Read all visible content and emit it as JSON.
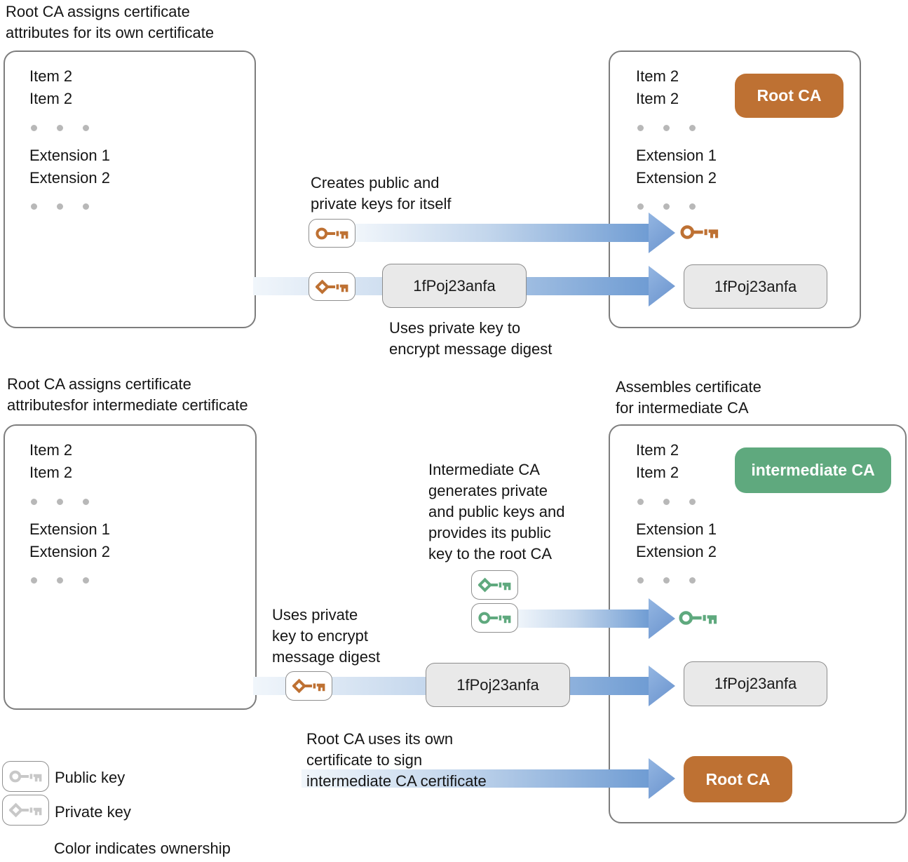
{
  "diagram": {
    "top": {
      "left_title": [
        "Root CA assigns certificate",
        "attributes for its own certificate"
      ],
      "creates_keys_note": [
        "Creates public and",
        "private keys for itself"
      ],
      "uses_private_note": [
        "Uses private key to",
        "encrypt message digest"
      ],
      "hash": "1fPoj23anfa",
      "root_ca_badge": "Root CA"
    },
    "bottom": {
      "left_title": [
        "Root CA assigns certificate",
        "attributesfor intermediate certificate"
      ],
      "right_title": [
        "Assembles certificate",
        "for intermediate CA"
      ],
      "intermediate_note": [
        "Intermediate CA",
        "generates private",
        "and public keys and",
        "provides its public",
        "key to the root CA"
      ],
      "uses_private_note": [
        "Uses private",
        "key to encrypt",
        "message digest"
      ],
      "root_signs_note": [
        "Root CA uses its own",
        "certificate to sign",
        "intermediate CA certificate"
      ],
      "hash": "1fPoj23anfa",
      "intermediate_ca_badge": "intermediate CA",
      "root_ca_badge": "Root CA"
    },
    "certificate_fields": {
      "item1": "Item 2",
      "item2": "Item 2",
      "ext1": "Extension 1",
      "ext2": "Extension 2"
    },
    "legend": {
      "public_key": "Public key",
      "private_key": "Private key",
      "note": "Color indicates ownership"
    },
    "icons": {
      "public_key": "circle-handle-key-icon",
      "private_key": "diamond-handle-key-icon"
    },
    "colors": {
      "root_ca": "#be7133",
      "intermediate_ca": "#5fa97e",
      "neutral_key": "#c8c8c8",
      "arrow_blue": "#6f9cd3"
    }
  }
}
